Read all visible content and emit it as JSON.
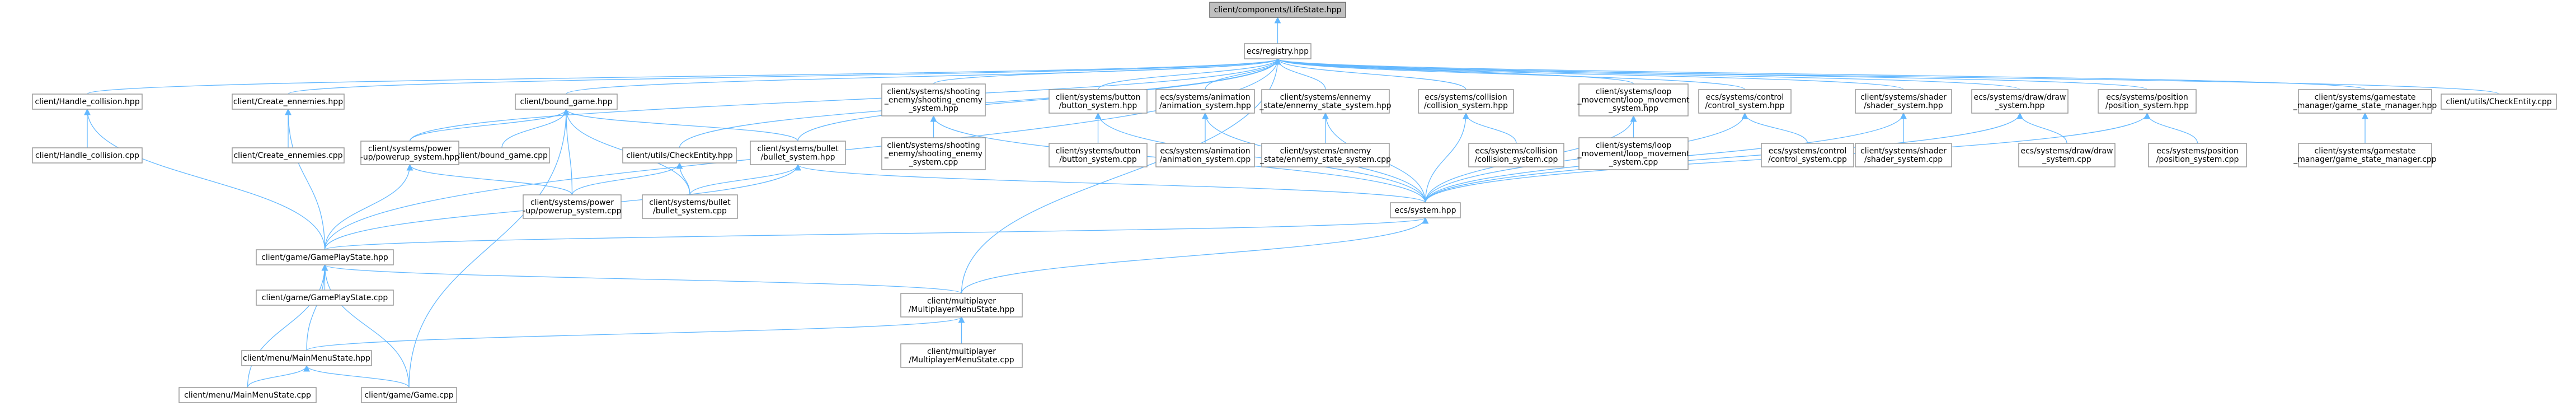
{
  "graph": {
    "nodes": [
      {
        "id": "root",
        "lines": [
          "client/components/LifeState.hpp"
        ]
      },
      {
        "id": "registry",
        "lines": [
          "ecs/registry.hpp"
        ]
      },
      {
        "id": "handle_hpp",
        "lines": [
          "client/Handle_collision.hpp"
        ]
      },
      {
        "id": "handle_cpp",
        "lines": [
          "client/Handle_collision.cpp"
        ]
      },
      {
        "id": "create_hpp",
        "lines": [
          "client/Create_ennemies.hpp"
        ]
      },
      {
        "id": "create_cpp",
        "lines": [
          "client/Create_ennemies.cpp"
        ]
      },
      {
        "id": "bound_hpp",
        "lines": [
          "client/bound_game.hpp"
        ]
      },
      {
        "id": "bound_cpp",
        "lines": [
          "client/bound_game.cpp"
        ]
      },
      {
        "id": "power_hpp",
        "lines": [
          "client/systems/power",
          "-up/powerup_system.hpp"
        ]
      },
      {
        "id": "power_cpp",
        "lines": [
          "client/systems/power",
          "-up/powerup_system.cpp"
        ]
      },
      {
        "id": "checkentity_hpp",
        "lines": [
          "client/utils/CheckEntity.hpp"
        ]
      },
      {
        "id": "bullet_hpp",
        "lines": [
          "client/systems/bullet",
          "/bullet_system.hpp"
        ]
      },
      {
        "id": "bullet_cpp",
        "lines": [
          "client/systems/bullet",
          "/bullet_system.cpp"
        ]
      },
      {
        "id": "shooting_hpp",
        "lines": [
          "client/systems/shooting",
          "_enemy/shooting_enemy",
          "_system.hpp"
        ]
      },
      {
        "id": "shooting_cpp",
        "lines": [
          "client/systems/shooting",
          "_enemy/shooting_enemy",
          "_system.cpp"
        ]
      },
      {
        "id": "button_hpp",
        "lines": [
          "client/systems/button",
          "/button_system.hpp"
        ]
      },
      {
        "id": "button_cpp",
        "lines": [
          "client/systems/button",
          "/button_system.cpp"
        ]
      },
      {
        "id": "anim_hpp",
        "lines": [
          "ecs/systems/animation",
          "/animation_system.hpp"
        ]
      },
      {
        "id": "anim_cpp",
        "lines": [
          "ecs/systems/animation",
          "/animation_system.cpp"
        ]
      },
      {
        "id": "ennemy_hpp",
        "lines": [
          "client/systems/ennemy",
          "_state/ennemy_state_system.hpp"
        ]
      },
      {
        "id": "ennemy_cpp",
        "lines": [
          "client/systems/ennemy",
          "_state/ennemy_state_system.cpp"
        ]
      },
      {
        "id": "coll_hpp",
        "lines": [
          "ecs/systems/collision",
          "/collision_system.hpp"
        ]
      },
      {
        "id": "coll_cpp",
        "lines": [
          "ecs/systems/collision",
          "/collision_system.cpp"
        ]
      },
      {
        "id": "loop_hpp",
        "lines": [
          "client/systems/loop",
          "_movement/loop_movement",
          "_system.hpp"
        ]
      },
      {
        "id": "loop_cpp",
        "lines": [
          "client/systems/loop",
          "_movement/loop_movement",
          "_system.cpp"
        ]
      },
      {
        "id": "control_hpp",
        "lines": [
          "ecs/systems/control",
          "/control_system.hpp"
        ]
      },
      {
        "id": "control_cpp",
        "lines": [
          "ecs/systems/control",
          "/control_system.cpp"
        ]
      },
      {
        "id": "shader_hpp",
        "lines": [
          "client/systems/shader",
          "/shader_system.hpp"
        ]
      },
      {
        "id": "shader_cpp",
        "lines": [
          "client/systems/shader",
          "/shader_system.cpp"
        ]
      },
      {
        "id": "draw_hpp",
        "lines": [
          "ecs/systems/draw/draw",
          "_system.hpp"
        ]
      },
      {
        "id": "draw_cpp",
        "lines": [
          "ecs/systems/draw/draw",
          "_system.cpp"
        ]
      },
      {
        "id": "pos_hpp",
        "lines": [
          "ecs/systems/position",
          "/position_system.hpp"
        ]
      },
      {
        "id": "pos_cpp",
        "lines": [
          "ecs/systems/position",
          "/position_system.cpp"
        ]
      },
      {
        "id": "gsm_hpp",
        "lines": [
          "client/systems/gamestate",
          "_manager/game_state_manager.hpp"
        ]
      },
      {
        "id": "gsm_cpp",
        "lines": [
          "client/systems/gamestate",
          "_manager/game_state_manager.cpp"
        ]
      },
      {
        "id": "checkentity_cpp",
        "lines": [
          "client/utils/CheckEntity.cpp"
        ]
      },
      {
        "id": "system_hpp",
        "lines": [
          "ecs/system.hpp"
        ]
      },
      {
        "id": "gps_hpp",
        "lines": [
          "client/game/GamePlayState.hpp"
        ]
      },
      {
        "id": "gps_cpp",
        "lines": [
          "client/game/GamePlayState.cpp"
        ]
      },
      {
        "id": "mms_hpp",
        "lines": [
          "client/multiplayer",
          "/MultiplayerMenuState.hpp"
        ]
      },
      {
        "id": "mms_cpp",
        "lines": [
          "client/multiplayer",
          "/MultiplayerMenuState.cpp"
        ]
      },
      {
        "id": "mainmenu_hpp",
        "lines": [
          "client/menu/MainMenuState.hpp"
        ]
      },
      {
        "id": "mainmenu_cpp",
        "lines": [
          "client/menu/MainMenuState.cpp"
        ]
      },
      {
        "id": "game_cpp",
        "lines": [
          "client/game/Game.cpp"
        ]
      }
    ],
    "edges": [
      [
        "root",
        "registry"
      ],
      [
        "registry",
        "handle_hpp"
      ],
      [
        "registry",
        "create_hpp"
      ],
      [
        "registry",
        "bound_hpp"
      ],
      [
        "registry",
        "power_hpp"
      ],
      [
        "registry",
        "checkentity_hpp"
      ],
      [
        "registry",
        "bullet_hpp"
      ],
      [
        "registry",
        "shooting_hpp"
      ],
      [
        "registry",
        "button_hpp"
      ],
      [
        "registry",
        "anim_hpp"
      ],
      [
        "registry",
        "ennemy_hpp"
      ],
      [
        "registry",
        "coll_hpp"
      ],
      [
        "registry",
        "loop_hpp"
      ],
      [
        "registry",
        "control_hpp"
      ],
      [
        "registry",
        "shader_hpp"
      ],
      [
        "registry",
        "draw_hpp"
      ],
      [
        "registry",
        "pos_hpp"
      ],
      [
        "registry",
        "gsm_hpp"
      ],
      [
        "registry",
        "checkentity_cpp"
      ],
      [
        "registry",
        "gps_hpp"
      ],
      [
        "registry",
        "mms_hpp"
      ],
      [
        "handle_hpp",
        "handle_cpp"
      ],
      [
        "handle_hpp",
        "gps_hpp"
      ],
      [
        "create_hpp",
        "create_cpp"
      ],
      [
        "create_hpp",
        "gps_hpp"
      ],
      [
        "bound_hpp",
        "bound_cpp"
      ],
      [
        "bound_hpp",
        "power_hpp"
      ],
      [
        "bound_hpp",
        "power_cpp"
      ],
      [
        "bound_hpp",
        "bullet_hpp"
      ],
      [
        "bound_hpp",
        "bullet_cpp"
      ],
      [
        "bound_hpp",
        "game_cpp"
      ],
      [
        "power_hpp",
        "power_cpp"
      ],
      [
        "power_hpp",
        "gps_hpp"
      ],
      [
        "checkentity_hpp",
        "power_cpp"
      ],
      [
        "checkentity_hpp",
        "bullet_cpp"
      ],
      [
        "bullet_hpp",
        "bullet_cpp"
      ],
      [
        "bullet_hpp",
        "gps_hpp"
      ],
      [
        "bullet_hpp",
        "system_hpp"
      ],
      [
        "shooting_hpp",
        "shooting_cpp"
      ],
      [
        "shooting_hpp",
        "system_hpp"
      ],
      [
        "button_hpp",
        "button_cpp"
      ],
      [
        "button_hpp",
        "system_hpp"
      ],
      [
        "anim_hpp",
        "anim_cpp"
      ],
      [
        "anim_hpp",
        "system_hpp"
      ],
      [
        "ennemy_hpp",
        "ennemy_cpp"
      ],
      [
        "ennemy_hpp",
        "system_hpp"
      ],
      [
        "coll_hpp",
        "coll_cpp"
      ],
      [
        "coll_hpp",
        "system_hpp"
      ],
      [
        "loop_hpp",
        "loop_cpp"
      ],
      [
        "loop_hpp",
        "system_hpp"
      ],
      [
        "control_hpp",
        "control_cpp"
      ],
      [
        "control_hpp",
        "system_hpp"
      ],
      [
        "shader_hpp",
        "shader_cpp"
      ],
      [
        "shader_hpp",
        "system_hpp"
      ],
      [
        "draw_hpp",
        "draw_cpp"
      ],
      [
        "draw_hpp",
        "system_hpp"
      ],
      [
        "pos_hpp",
        "pos_cpp"
      ],
      [
        "pos_hpp",
        "system_hpp"
      ],
      [
        "gsm_hpp",
        "gsm_cpp"
      ],
      [
        "system_hpp",
        "gps_hpp"
      ],
      [
        "system_hpp",
        "mms_hpp"
      ],
      [
        "gps_hpp",
        "gps_cpp"
      ],
      [
        "gps_hpp",
        "mms_hpp"
      ],
      [
        "gps_hpp",
        "mainmenu_hpp"
      ],
      [
        "gps_hpp",
        "mainmenu_cpp"
      ],
      [
        "gps_hpp",
        "game_cpp"
      ],
      [
        "mms_hpp",
        "mms_cpp"
      ],
      [
        "mms_hpp",
        "mainmenu_hpp"
      ],
      [
        "mainmenu_hpp",
        "mainmenu_cpp"
      ],
      [
        "mainmenu_hpp",
        "game_cpp"
      ]
    ]
  },
  "colors": {
    "edge": "#63b8ff",
    "node_border": "#999999",
    "root_fill": "#bfbfbf",
    "root_border": "#666666"
  }
}
